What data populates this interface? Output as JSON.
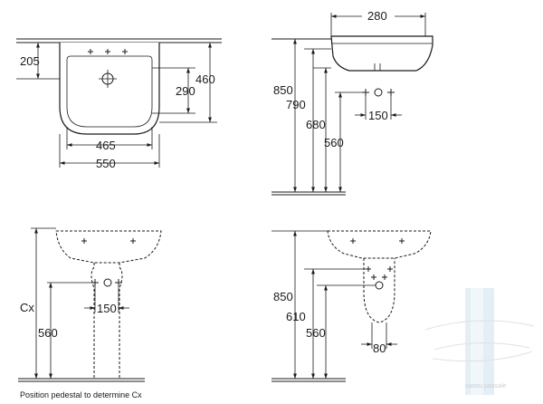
{
  "dimensions": {
    "top_left": {
      "offset_205": "205",
      "height_460": "460",
      "depth_290": "290",
      "inner_465": "465",
      "width_550": "550"
    },
    "top_right": {
      "depth_280": "280",
      "height_850": "850",
      "height_790": "790",
      "height_680": "680",
      "height_560": "560",
      "spacing_150": "150"
    },
    "bottom_left": {
      "height_cx": "Cx",
      "spacing_150": "150",
      "height_560": "560"
    },
    "bottom_right": {
      "height_850": "850",
      "height_610": "610",
      "height_560": "560",
      "width_80": "80"
    }
  },
  "caption": "Position pedestal to determine Cx",
  "watermark": "vannu paasale"
}
